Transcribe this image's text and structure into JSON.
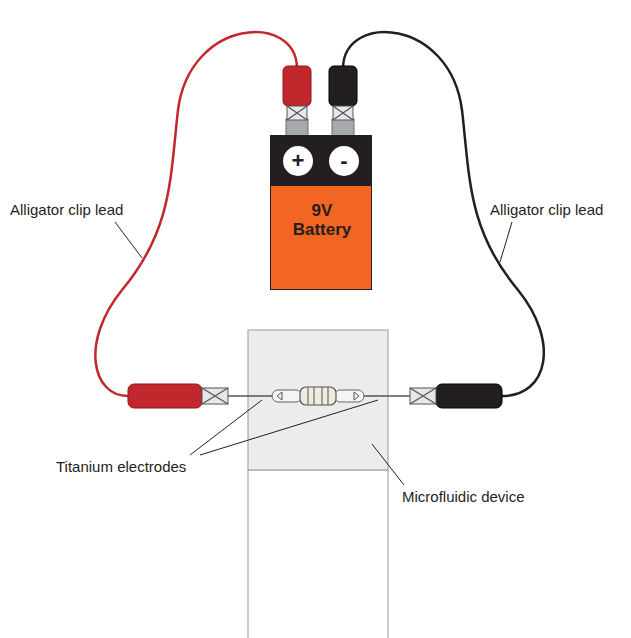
{
  "diagram": {
    "nodes": [
      {
        "text": [
          "9V Battery"
        ]
      },
      {
        "text": [
          "+"
        ],
        "in": 0
      },
      {
        "text": [
          "-"
        ],
        "in": 0
      }
    ],
    "labels": [
      "Alligator clip lead",
      "Alligator clip lead",
      "Titanium electrodes",
      "Microfluidic device"
    ]
  }
}
